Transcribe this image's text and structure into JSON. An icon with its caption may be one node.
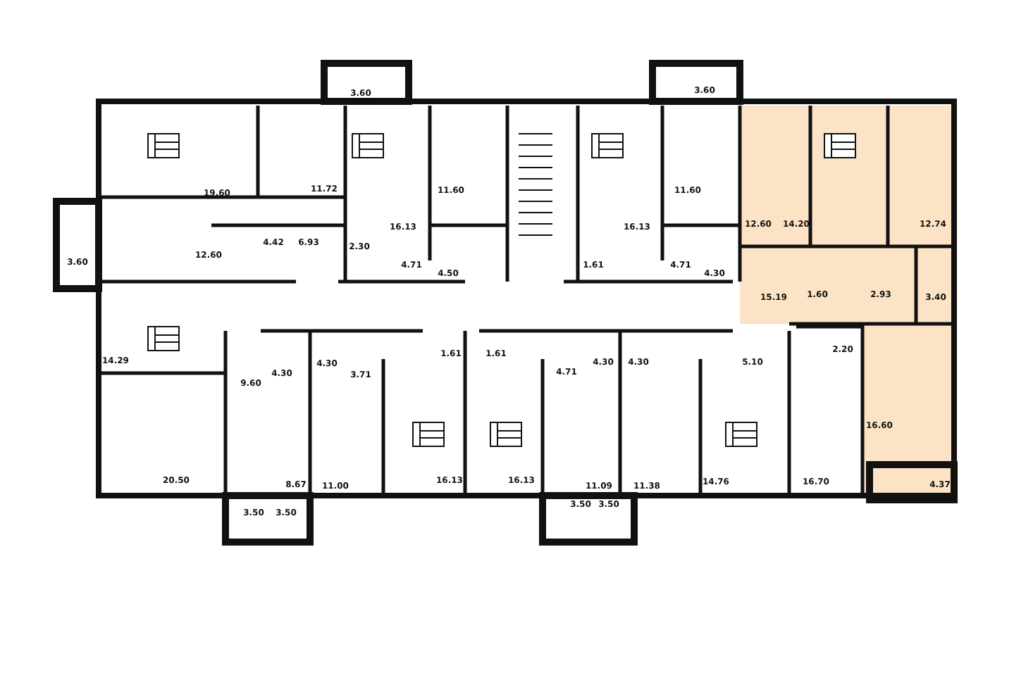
{
  "diagram": {
    "labels": [
      "3.60",
      "3.60",
      "19.60",
      "11.72",
      "11.60",
      "11.60",
      "12.60",
      "14.20",
      "12.74",
      "16.13",
      "16.13",
      "4.42",
      "6.93",
      "12.60",
      "2.30",
      "3.60",
      "4.71",
      "4.50",
      "1.61",
      "4.71",
      "4.30",
      "15.19",
      "1.60",
      "2.93",
      "3.40",
      "14.29",
      "4.30",
      "4.30",
      "9.60",
      "3.71",
      "1.61",
      "1.61",
      "4.71",
      "4.30",
      "4.30",
      "2.20",
      "5.10",
      "16.60",
      "20.50",
      "8.67",
      "11.00",
      "16.13",
      "16.13",
      "11.09",
      "11.38",
      "14.76",
      "16.70",
      "4.37",
      "3.50",
      "3.50",
      "3.50",
      "3.50"
    ]
  }
}
